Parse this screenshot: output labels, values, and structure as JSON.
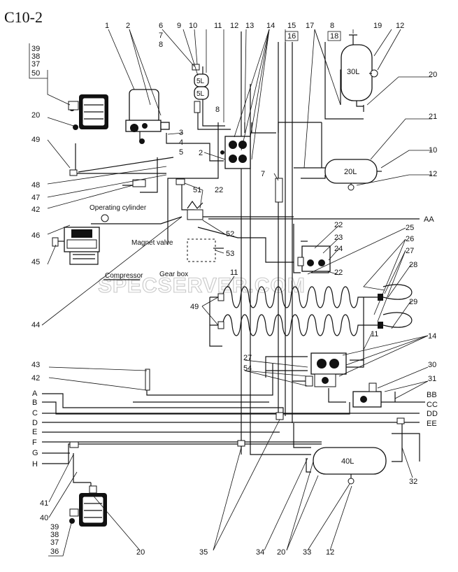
{
  "title": "C10-2",
  "watermark": "SPECSERVER.COM",
  "tanks": {
    "tank_30": "30L",
    "tank_20": "20L",
    "tank_40": "40L",
    "tank_5a": "5L",
    "tank_5b": "5L"
  },
  "labels": {
    "operating_cylinder": "Operating cylinder",
    "magnet_valve": "Magnet valve",
    "compressor": "Compressor",
    "gearbox": "Gear box"
  },
  "connections": {
    "aa": "AA",
    "bb": "BB",
    "cc": "CC",
    "dd": "DD",
    "ee": "EE"
  },
  "line_letters": [
    "A",
    "B",
    "C",
    "D",
    "E",
    "F",
    "G",
    "H"
  ],
  "callouts": {
    "c1": "1",
    "c2": "2",
    "c6": "6",
    "c7": "7",
    "c8": "8",
    "c9": "9",
    "c10": "10",
    "c11": "11",
    "c12": "12",
    "c13": "13",
    "c14": "14",
    "c15": "15",
    "c16": "16",
    "c17": "17",
    "c8b": "8",
    "c18": "18",
    "c19": "19",
    "c12b": "12",
    "c39": "39",
    "c38": "38",
    "c37": "37",
    "c50": "50",
    "c20": "20",
    "c3": "3",
    "c4": "4",
    "c5": "5",
    "c49": "49",
    "c2b": "2",
    "c20b": "20",
    "c21": "21",
    "c10b": "10",
    "c12c": "12",
    "c8c": "8",
    "c48": "48",
    "c47": "47",
    "c42": "42",
    "c7b": "7",
    "c51": "51",
    "c22": "22",
    "c46": "46",
    "c52": "52",
    "c22b": "22",
    "c23": "23",
    "c25": "25",
    "c45": "45",
    "c53": "53",
    "c24": "24",
    "c26": "26",
    "c27": "27",
    "c22c": "22",
    "c28": "28",
    "c11b": "11",
    "c49b": "49",
    "c29": "29",
    "c44": "44",
    "c11c": "11",
    "c14b": "14",
    "c43": "43",
    "c27b": "27",
    "c54": "54",
    "c30": "30",
    "c42b": "42",
    "c31": "31",
    "c32": "32",
    "c41": "41",
    "c40": "40",
    "c39b": "39",
    "c38b": "38",
    "c37b": "37",
    "c36": "36",
    "c20c": "20",
    "c35": "35",
    "c34": "34",
    "c20d": "20",
    "c33": "33",
    "c12d": "12"
  }
}
